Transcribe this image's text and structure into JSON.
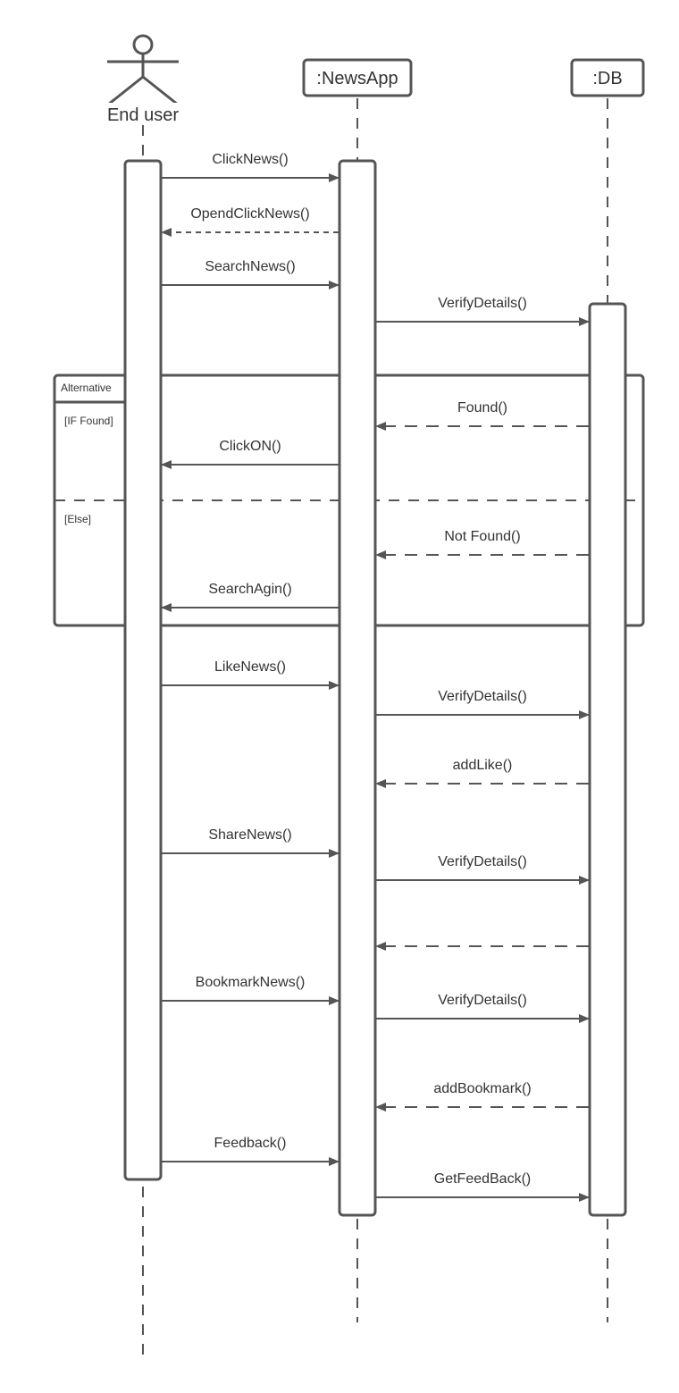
{
  "participants": {
    "actor": {
      "label": "End user",
      "icon": "stick-figure-icon"
    },
    "app": {
      "label": ":NewsApp"
    },
    "db": {
      "label": ":DB"
    }
  },
  "fragment": {
    "operator": "Alternative",
    "guard_if": "[IF Found]",
    "guard_else": "[Else]"
  },
  "messages": [
    {
      "label": "ClickNews()",
      "from": "actor",
      "to": "app",
      "kind": "sync"
    },
    {
      "label": "OpendClickNews()",
      "from": "app",
      "to": "actor",
      "kind": "return"
    },
    {
      "label": "SearchNews()",
      "from": "actor",
      "to": "app",
      "kind": "sync"
    },
    {
      "label": "VerifyDetails()",
      "from": "app",
      "to": "db",
      "kind": "sync"
    },
    {
      "label": "Found()",
      "from": "db",
      "to": "app",
      "kind": "return"
    },
    {
      "label": "ClickON()",
      "from": "app",
      "to": "actor",
      "kind": "sync"
    },
    {
      "label": "Not Found()",
      "from": "db",
      "to": "app",
      "kind": "return"
    },
    {
      "label": "SearchAgin()",
      "from": "app",
      "to": "actor",
      "kind": "sync"
    },
    {
      "label": "LikeNews()",
      "from": "actor",
      "to": "app",
      "kind": "sync"
    },
    {
      "label": "VerifyDetails()",
      "from": "app",
      "to": "db",
      "kind": "sync"
    },
    {
      "label": "addLike()",
      "from": "db",
      "to": "app",
      "kind": "return"
    },
    {
      "label": "ShareNews()",
      "from": "actor",
      "to": "app",
      "kind": "sync"
    },
    {
      "label": "VerifyDetails()",
      "from": "app",
      "to": "db",
      "kind": "sync"
    },
    {
      "label": "",
      "from": "db",
      "to": "app",
      "kind": "return"
    },
    {
      "label": "BookmarkNews()",
      "from": "actor",
      "to": "app",
      "kind": "sync"
    },
    {
      "label": "VerifyDetails()",
      "from": "app",
      "to": "db",
      "kind": "sync"
    },
    {
      "label": "addBookmark()",
      "from": "db",
      "to": "app",
      "kind": "return"
    },
    {
      "label": "Feedback()",
      "from": "actor",
      "to": "app",
      "kind": "sync"
    },
    {
      "label": "GetFeedBack()",
      "from": "app",
      "to": "db",
      "kind": "sync"
    }
  ],
  "colors": {
    "line": "#555555",
    "text": "#333333",
    "background": "#ffffff"
  }
}
